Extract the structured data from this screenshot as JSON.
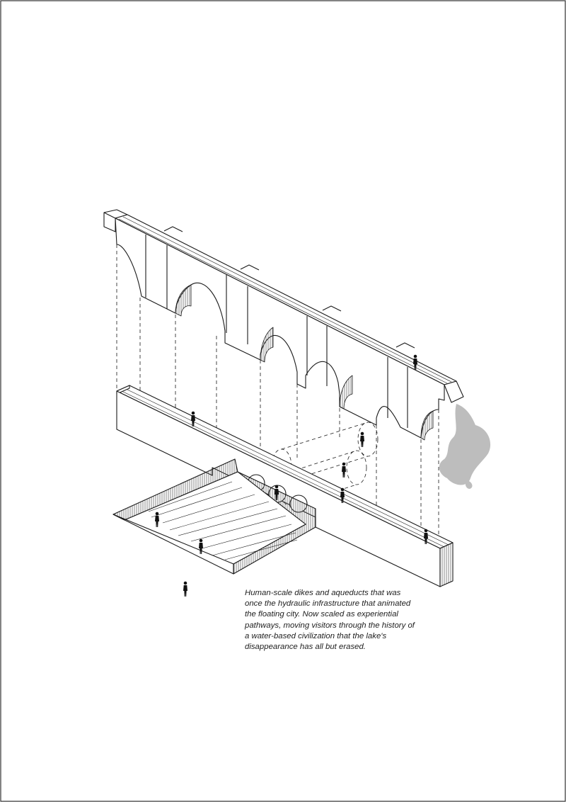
{
  "caption": {
    "lines": [
      "Human-scale dikes and aqueducts that was",
      "once the hydraulic infrastructure that animated",
      "the floating city. Now scaled as experiential",
      "pathways, moving visitors through the history of",
      "a water-based civilization that the lake's",
      "disappearance has all but erased."
    ]
  },
  "colors": {
    "ink": "#1a1a1a",
    "water": "#bdbdbd",
    "hatch": "#555555"
  },
  "icons": [
    "aqueduct-arches",
    "dike-wall",
    "sunken-plaza",
    "human-figure",
    "water-splash"
  ]
}
